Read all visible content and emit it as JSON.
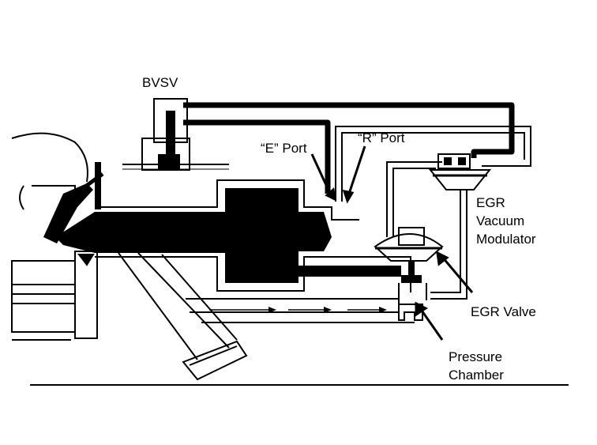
{
  "labels": {
    "bvsv": "BVSV",
    "e_port": "“E” Port",
    "r_port": "“R” Port",
    "egr_modulator_1": "EGR",
    "egr_modulator_2": "Vacuum",
    "egr_modulator_3": "Modulator",
    "egr_valve": "EGR Valve",
    "pressure_chamber_1": "Pressure",
    "pressure_chamber_2": "Chamber"
  },
  "colors": {
    "ink": "#000000",
    "paper": "#ffffff"
  }
}
